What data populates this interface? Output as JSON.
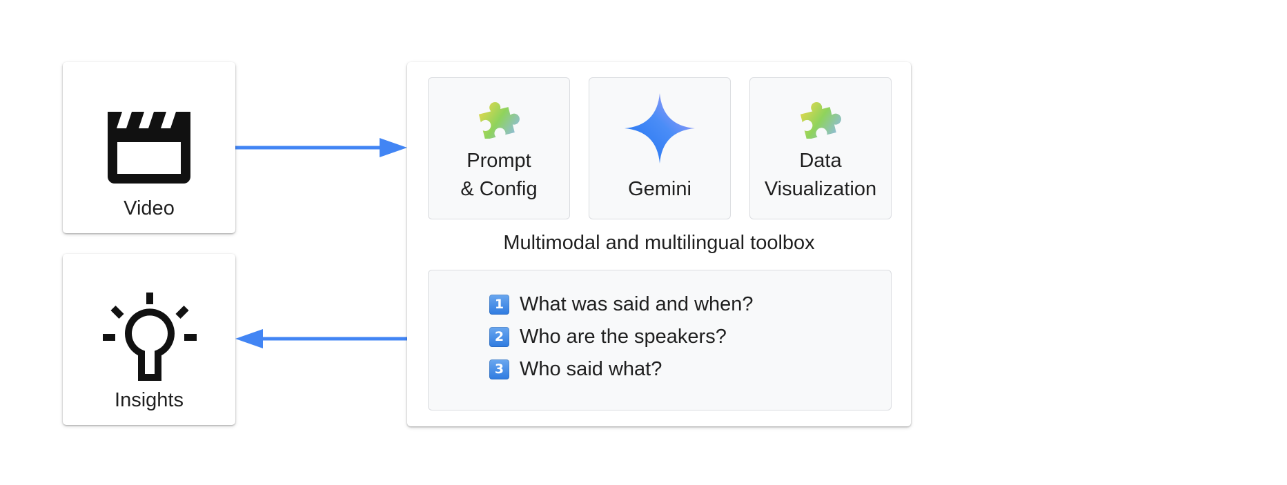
{
  "nodes": {
    "video": {
      "label": "Video",
      "icon": "clapperboard-icon"
    },
    "insights": {
      "label": "Insights",
      "icon": "lightbulb-icon"
    }
  },
  "toolbox": {
    "caption": "Multimodal and multilingual toolbox",
    "tools": [
      {
        "line1": "Prompt",
        "line2": "& Config",
        "icon": "puzzle-piece-icon"
      },
      {
        "line1": "Gemini",
        "icon": "gemini-sparkle-icon"
      },
      {
        "line1": "Data",
        "line2": "Visualization",
        "icon": "puzzle-piece-icon"
      }
    ],
    "questions": [
      {
        "number": "1",
        "text": "What was said and when?"
      },
      {
        "number": "2",
        "text": "Who are the speakers?"
      },
      {
        "number": "3",
        "text": "Who said what?"
      }
    ]
  },
  "colors": {
    "arrow": "#4285f4",
    "panel_fill": "#f8f9fa",
    "panel_border": "#dadce0",
    "badge": "#3b82e6"
  }
}
